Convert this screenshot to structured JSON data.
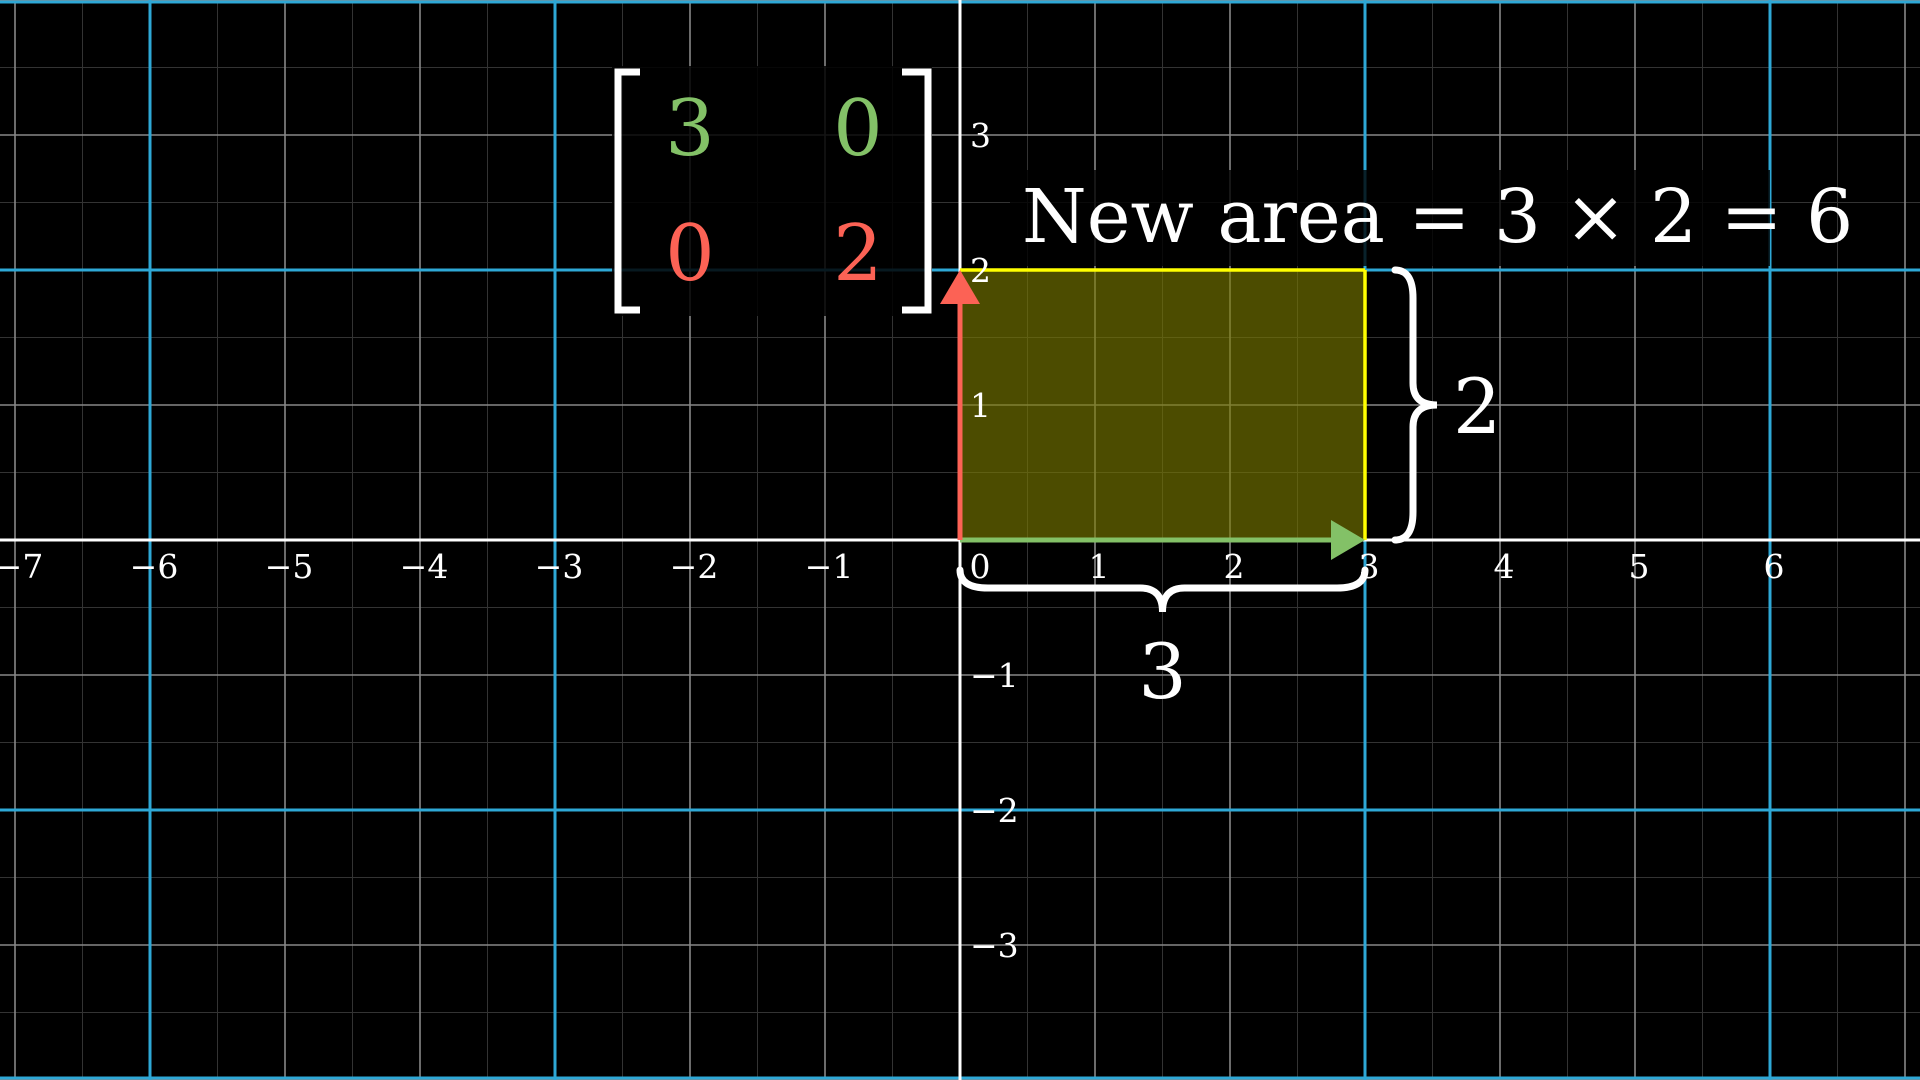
{
  "scene": {
    "background": "#000000",
    "colors": {
      "fine_grid": "#333333",
      "unit_grid": "#888888",
      "major_grid": "#2ea8d6",
      "axis": "#ffffff",
      "i_hat": "#83c167",
      "j_hat": "#fc6255",
      "area_fill": "#7a7a00",
      "area_edge": "#ffff00",
      "text": "#ffffff"
    }
  },
  "plane": {
    "x_range": [
      -7.1,
      7.1
    ],
    "y_range": [
      -4.0,
      4.0
    ],
    "x_tick_labels": [
      "−7",
      "−6",
      "−5",
      "−4",
      "−3",
      "−2",
      "−1",
      "0",
      "1",
      "2",
      "3",
      "4",
      "5",
      "6"
    ],
    "x_tick_values": [
      -7,
      -6,
      -5,
      -4,
      -3,
      -2,
      -1,
      0,
      1,
      2,
      3,
      4,
      5,
      6
    ],
    "y_tick_labels": [
      "3",
      "2",
      "1",
      "−1",
      "−2",
      "−3"
    ],
    "y_tick_values": [
      3,
      2,
      1,
      -1,
      -2,
      -3
    ],
    "major_lines_x": [
      -6,
      -3,
      0,
      3,
      6
    ],
    "major_lines_y": [
      -2,
      0,
      2
    ]
  },
  "matrix": {
    "rows": [
      [
        "3",
        "0"
      ],
      [
        "0",
        "2"
      ]
    ],
    "column_colors": [
      "#83c167",
      "#fc6255"
    ]
  },
  "vectors": {
    "i_hat": [
      3,
      0
    ],
    "j_hat": [
      0,
      2
    ]
  },
  "area": {
    "width": 3,
    "height": 2,
    "equation": "New area = 3 × 2 = 6",
    "width_label": "3",
    "height_label": "2"
  }
}
